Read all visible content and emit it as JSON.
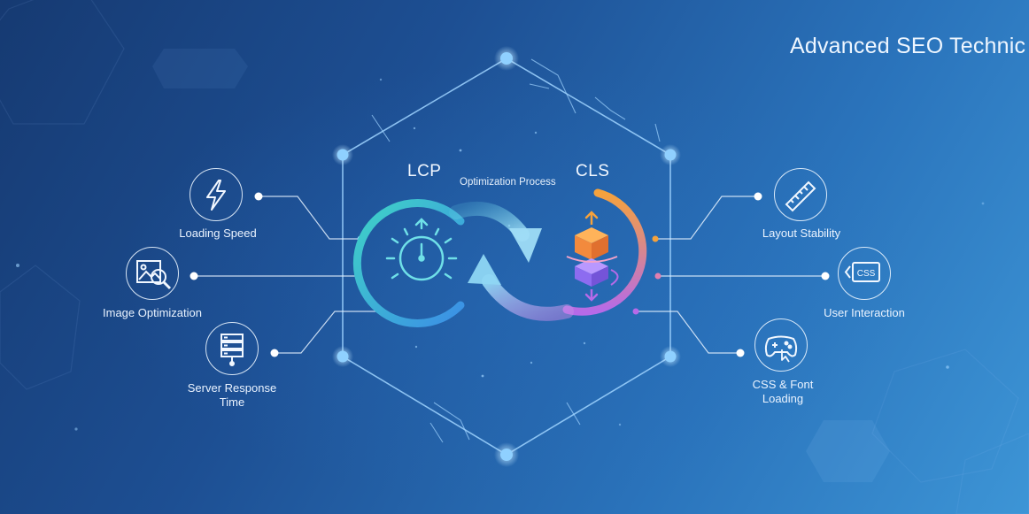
{
  "title": "Advanced SEO Technic",
  "center": {
    "left_metric": "LCP",
    "right_metric": "CLS",
    "process_label": "Optimization Process"
  },
  "left_items": [
    {
      "label": "Loading Speed",
      "icon": "lightning-bolt-icon"
    },
    {
      "label": "Image Optimization",
      "icon": "image-search-icon"
    },
    {
      "label": "Server Response Time",
      "icon": "server-rack-icon"
    }
  ],
  "right_items": [
    {
      "label": "Layout Stability",
      "icon": "ruler-icon"
    },
    {
      "label": "User Interaction",
      "icon": "css-file-icon",
      "icon_text": "CSS"
    },
    {
      "label": "CSS & Font Loading",
      "icon": "gamepad-icon"
    }
  ],
  "colors": {
    "background_start": "#163a72",
    "background_end": "#3d95d6",
    "line": "#9fd3ff",
    "node": "#8fd0ff",
    "lcp_ring_start": "#3fd3c6",
    "lcp_ring_end": "#3b8fe6",
    "cls_ring_start": "#f5a23c",
    "cls_ring_end": "#b66ae8"
  }
}
